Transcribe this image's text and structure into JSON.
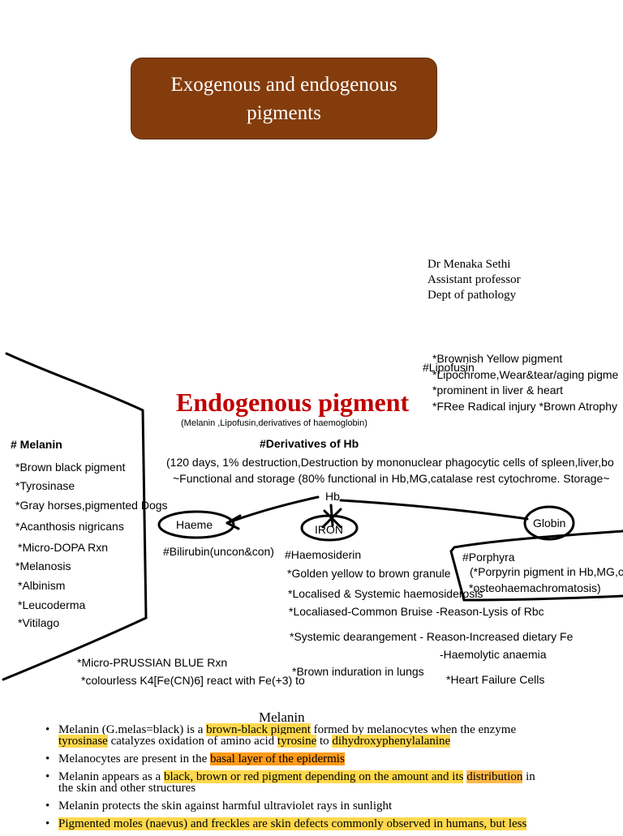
{
  "title_box": {
    "line1": "Exogenous and endogenous",
    "line2": "pigments"
  },
  "author": {
    "name": "Dr Menaka Sethi",
    "position": "Assistant professor",
    "dept": "Dept of pathology"
  },
  "lipofusin": {
    "heading": "#Lipofusin",
    "items": [
      "*Brownish Yellow pigment",
      "*Lipochrome,Wear&tear/aging pigme",
      "*prominent in liver & heart",
      "*FRee Radical injury *Brown Atrophy"
    ]
  },
  "endogenous": {
    "title": "Endogenous pigment",
    "subtitle": "(Melanin ,Lipofusin,derivatives of haemoglobin)"
  },
  "melanin_list": {
    "heading": "# Melanin",
    "items": [
      "*Brown black pigment",
      "*Tyrosinase",
      "*Gray horses,pigmented Dogs",
      "*Acanthosis nigricans",
      "*Micro-DOPA Rxn",
      "*Melanosis",
      "*Albinism",
      "*Leucoderma",
      "*Vitilago"
    ]
  },
  "hb": {
    "heading": "#Derivatives of Hb",
    "line1": "(120 days, 1% destruction,Destruction by mononuclear phagocytic cells of spleen,liver,bo",
    "line2": "~Functional and storage (80% functional in Hb,MG,catalase rest cytochrome. Storage~",
    "hb_label": "Hb",
    "haeme": "Haeme",
    "iron": "IRON",
    "globin": "Globin",
    "bilirubin": "#Bilirubin(uncon&con)",
    "haemosiderin": "#Haemosiderin",
    "golden": "*Golden yellow to brown granule",
    "localised": "*Localised & Systemic haemosiderosis",
    "bruise": "*Localiased-Common Bruise -Reason-Lysis of Rbc",
    "systemic": "*Systemic dearangement - Reason-Increased dietary Fe",
    "haemolytic": "-Haemolytic anaemia",
    "prussian": "*Micro-PRUSSIAN BLUE Rxn",
    "colourless": "*colourless K4[Fe(CN)6] react with Fe(+3) to",
    "induration": "*Brown induration in lungs",
    "heart_failure": "*Heart Failure Cells",
    "porphyra": "#Porphyra",
    "porpyrin": "(*Porpyrin pigment in Hb,MG,c",
    "osteo": "*osteohaemachromatosis)"
  },
  "melanin_section": {
    "heading": "Melanin",
    "b1": {
      "t1": "Melanin (G.melas=black) is a ",
      "h1": "brown-black pigment",
      "t2": " formed by melanocytes when the enzyme",
      "h2": "tyrosinase",
      "t3": " catalyzes oxidation of amino acid ",
      "h3": "tyrosine",
      "t4": " to ",
      "h4": "dihydroxyphenylalanine"
    },
    "b2": {
      "t1": "Melanocytes are present in the ",
      "h1": "basal layer of the epidermis"
    },
    "b3": {
      "t1": "Melanin appears as a ",
      "h1": "black, brown or red pigment depending on the amount and its",
      "t2": " ",
      "h2": "distribution",
      "t3": " in",
      "t4": "the skin and other structures"
    },
    "b4": {
      "t1": "Melanin protects the skin against harmful ultraviolet  rays in sunlight"
    },
    "b5": {
      "h1": "Pigmented moles (naevus) and freckles  are skin defects commonly observed in humans, but less"
    }
  },
  "colors": {
    "title_bg": "#843c0c",
    "endo_title": "#c00000",
    "highlight_yellow": "#ffd84d",
    "highlight_orange": "#ff9a1a"
  }
}
